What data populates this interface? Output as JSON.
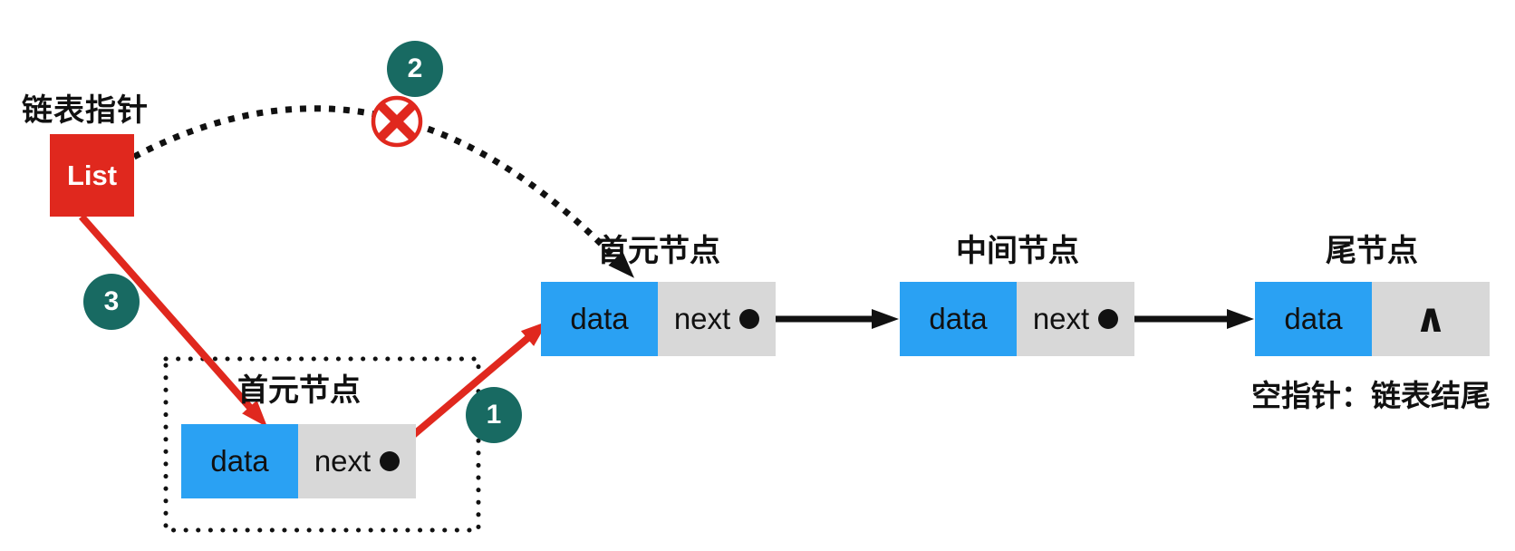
{
  "colors": {
    "red": "#E0281E",
    "teal": "#186A62",
    "blue": "#2AA1F3",
    "gray": "#D8D8D8",
    "ink": "#111111"
  },
  "title": {
    "label": "链表指针"
  },
  "list_pointer": {
    "text": "List"
  },
  "steps": {
    "one": "1",
    "two": "2",
    "three": "3"
  },
  "new_node": {
    "label": "首元节点",
    "data": "data",
    "next": "next"
  },
  "nodes": [
    {
      "label": "首元节点",
      "data": "data",
      "next": "next"
    },
    {
      "label": "中间节点",
      "data": "data",
      "next": "next"
    },
    {
      "label": "尾节点",
      "data": "data",
      "next": "∧"
    }
  ],
  "footnote": {
    "text": "空指针：链表结尾"
  }
}
